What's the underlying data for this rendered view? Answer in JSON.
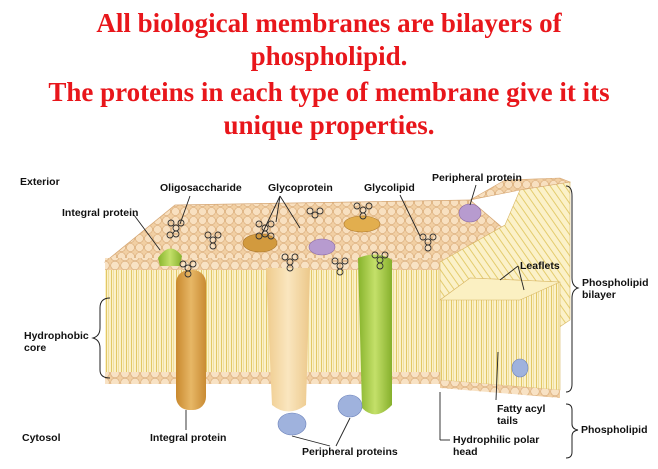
{
  "heading": {
    "line1": "All biological membranes are bilayers of",
    "line2": "phospholipid.",
    "line3": "The proteins in each type of membrane give it its",
    "line4": "unique properties."
  },
  "labels": {
    "exterior": "Exterior",
    "oligosaccharide": "Oligosaccharide",
    "glycoprotein": "Glycoprotein",
    "glycolipid": "Glycolipid",
    "peripheral_protein_top": "Peripheral protein",
    "integral_protein_top": "Integral protein",
    "leaflets": "Leaflets",
    "phospholipid_bilayer": "Phospholipid bilayer",
    "hydrophobic_core": "Hydrophobic core",
    "fatty_acyl_tails": "Fatty acyl tails",
    "phospholipid": "Phospholipid",
    "cytosol": "Cytosol",
    "integral_protein_bottom": "Integral protein",
    "peripheral_proteins": "Peripheral proteins",
    "hydrophilic_polar_head": "Hydrophilic polar head"
  },
  "colors": {
    "heading": "#e8161b",
    "head_fill": "#f4d9b4",
    "head_stroke": "#d7aa78",
    "tail": "#e8d47a",
    "core_bg": "#fbf3cf",
    "integral_orange": "#d9a24a",
    "integral_cream": "#f3d7a3",
    "integral_green": "#9ac43a",
    "peripheral_purple": "#b79bcf",
    "peripheral_blue": "#9fb2dd"
  }
}
